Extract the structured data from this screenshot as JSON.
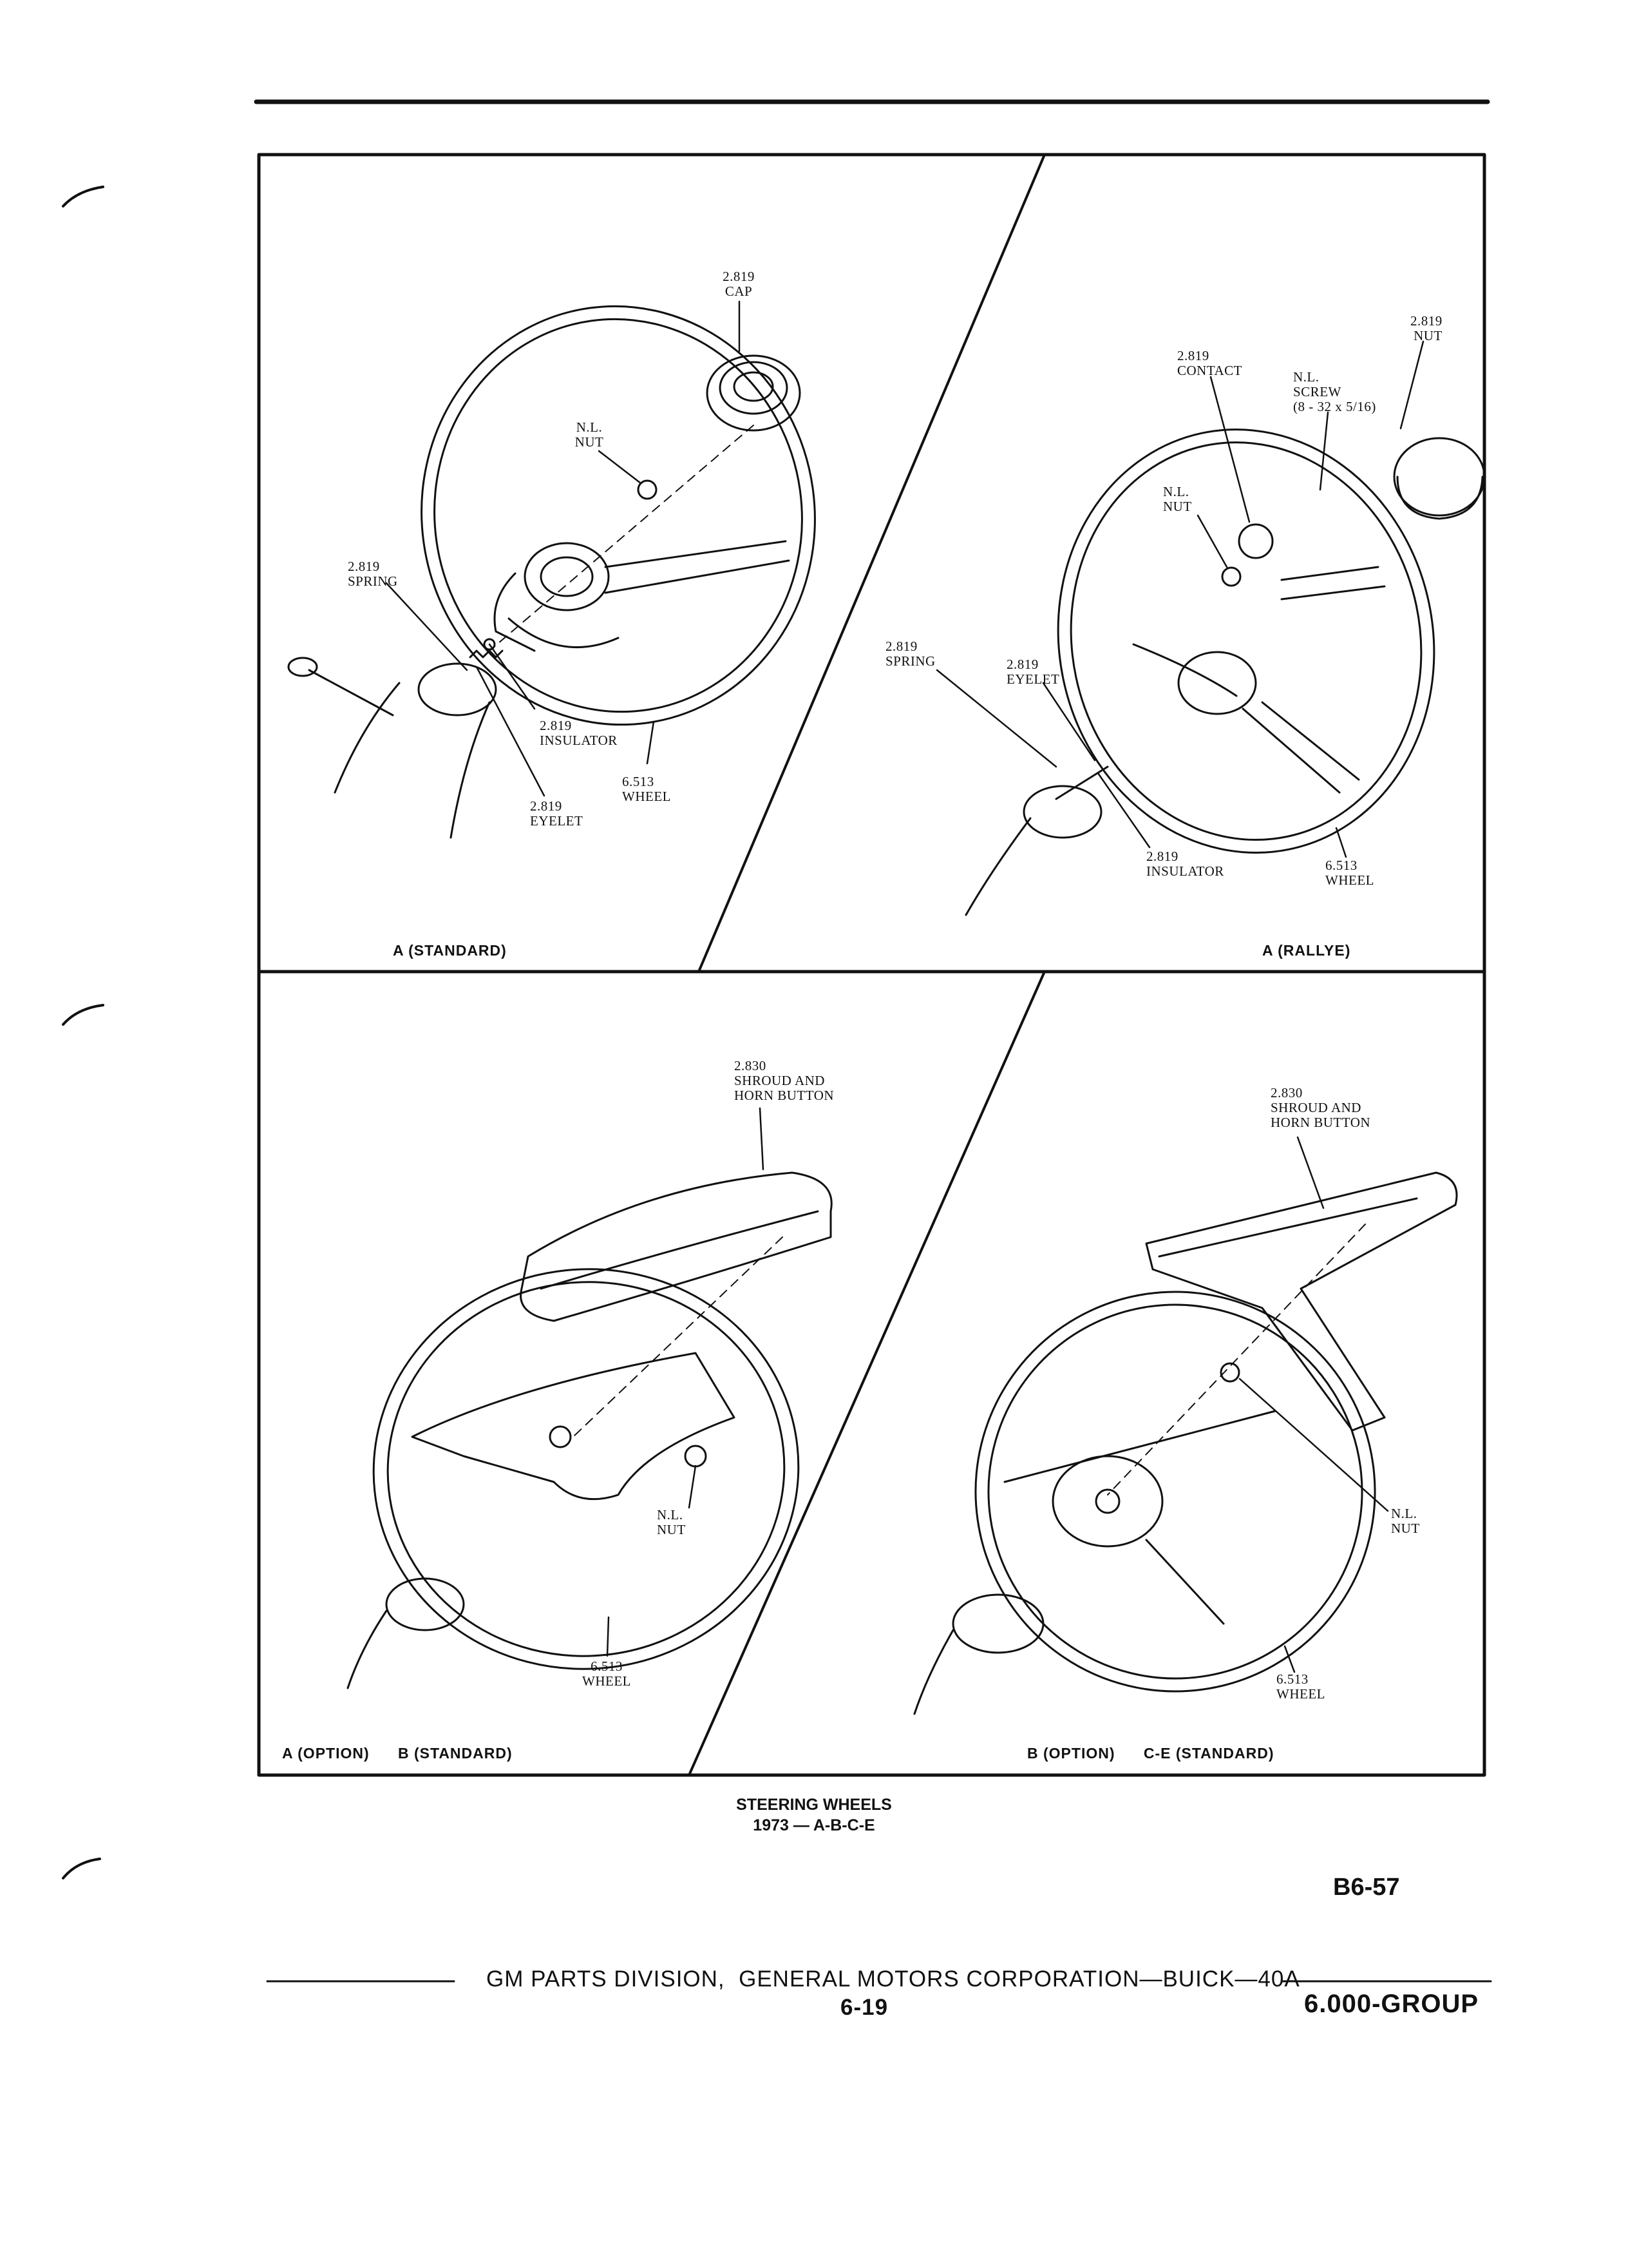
{
  "panels": {
    "a_standard": {
      "caption": "A (STANDARD)",
      "labels": {
        "cap": "2.819\nCAP",
        "nut": "N.L.\nNUT",
        "spring": "2.819\nSPRING",
        "insulator": "2.819\nINSULATOR",
        "wheel": "6.513\nWHEEL",
        "eyelet": "2.819\nEYELET"
      }
    },
    "a_rallye": {
      "caption": "A (RALLYE)",
      "labels": {
        "nut_top": "2.819\nNUT",
        "contact": "2.819\nCONTACT",
        "screw": "N.L.\nSCREW\n(8 - 32 x 5/16)",
        "nl_nut": "N.L.\nNUT",
        "spring": "2.819\nSPRING",
        "eyelet": "2.819\nEYELET",
        "insulator": "2.819\nINSULATOR",
        "wheel": "6.513\nWHEEL"
      }
    },
    "a_option": {
      "caption": "A (OPTION)      B (STANDARD)",
      "labels": {
        "shroud": "2.830\nSHROUD AND\nHORN BUTTON",
        "nut": "N.L.\nNUT",
        "wheel": "6.513\nWHEEL"
      }
    },
    "b_option": {
      "caption": "B (OPTION)      C-E (STANDARD)",
      "labels": {
        "shroud": "2.830\nSHROUD AND\nHORN BUTTON",
        "nut": "N.L.\nNUT",
        "wheel": "6.513\nWHEEL"
      }
    }
  },
  "figure_title": "STEERING WHEELS",
  "figure_subtitle": "1973 — A-B-C-E",
  "figure_code": "B6-57",
  "footer": {
    "division": "GM PARTS DIVISION,  GENERAL MOTORS CORPORATION—BUICK—40A",
    "page": "6-19",
    "group": "6.000-GROUP"
  }
}
